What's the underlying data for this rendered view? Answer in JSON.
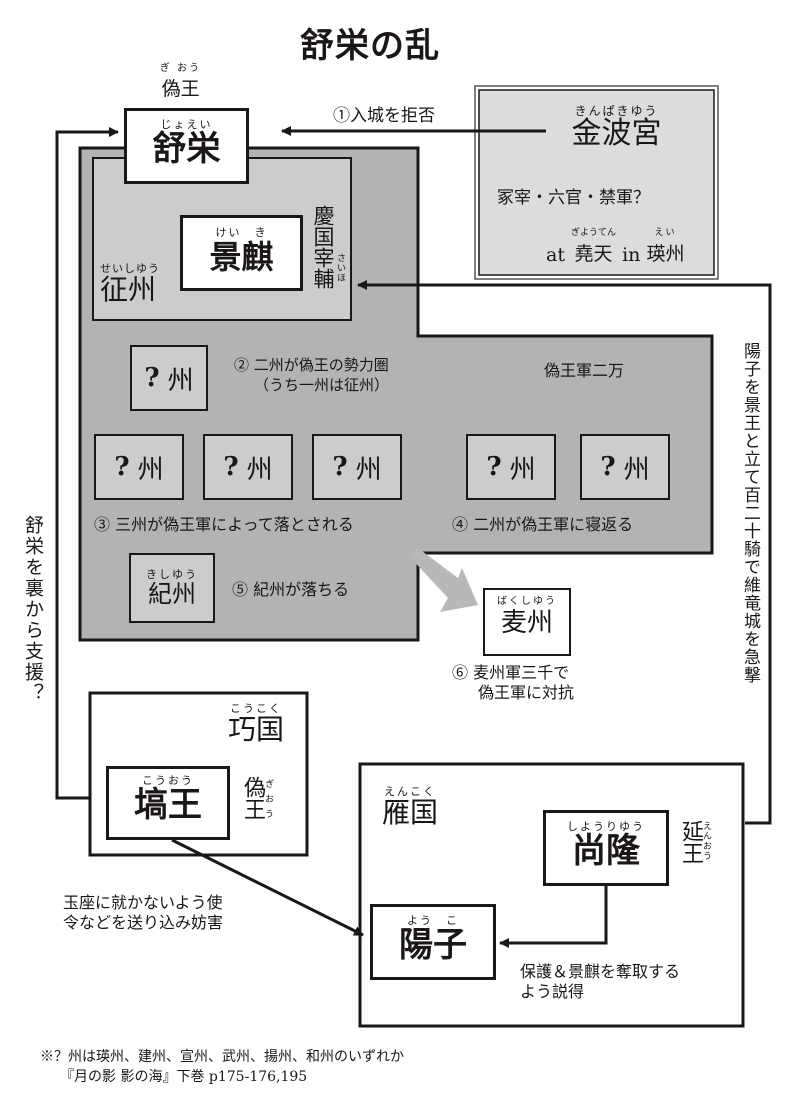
{
  "title": "舒栄の乱",
  "colors": {
    "line": "#1a1716",
    "outer_region": "#b3b3b3",
    "inner_region": "#cccccc",
    "palace_bg": "#dcdcdc",
    "fall_arrow": "#b8b8b8",
    "box_bg": "#ffffff"
  },
  "jojei": {
    "title_ruby": "ぎ おう",
    "title": "偽王",
    "ruby": "じょえい",
    "name": "舒栄"
  },
  "kinpakyu": {
    "ruby": "きんぱきゆう",
    "name": "金波宮",
    "members": "冢宰・六官・禁軍？",
    "location_prefix": "at",
    "city_ruby": "ぎようてん",
    "city": "堯天",
    "location_mid": "in",
    "province_ruby": "えい",
    "province": "瑛州"
  },
  "edge_labels": {
    "refuse": "①入城を拒否",
    "support": "舒栄を裏から支援？",
    "raid": "陽子を景王と立て百二十騎で維竜城を急撃",
    "obstruct_line1": "玉座に就かないよう使",
    "obstruct_line2": "令などを送り込み妨害",
    "persuade_line1": "保護＆景麒を奪取する",
    "persuade_line2": "よう説得"
  },
  "seishu": {
    "ruby": "せいしゆう",
    "name": "征州",
    "keiki_ruby": "けい　き",
    "keiki": "景麒",
    "role": "慶国宰輔",
    "role_ruby": "さいほ"
  },
  "events": {
    "e2_line1": "② 二州が偽王の勢力圏",
    "e2_line2": "（うち一州は征州）",
    "army": "偽王軍二万",
    "e3": "③ 三州が偽王軍によって落とされる",
    "e4": "④ 二州が偽王軍に寝返る",
    "e5": "⑤ 紀州が落ちる",
    "e6_line1": "⑥ 麦州軍三千で",
    "e6_line2": "偽王軍に対抗"
  },
  "unknown_province": {
    "mark": "?",
    "suffix": "州"
  },
  "kishu": {
    "ruby": "きしゆう",
    "name": "紀州"
  },
  "bakushu": {
    "ruby": "ばくしゆう",
    "name": "麦州"
  },
  "koukoku": {
    "ruby": "こうこく",
    "name": "巧国",
    "king_ruby": "こうおう",
    "king": "塙王",
    "role": "偽王",
    "role_ruby": "ぎおう"
  },
  "enkoku": {
    "ruby": "えんこく",
    "name": "雁国",
    "king_ruby": "しようりゆう",
    "king": "尚隆",
    "role": "延王",
    "role_ruby": "えんおう"
  },
  "youko": {
    "ruby": "よう　こ",
    "name": "陽子"
  },
  "footnote": {
    "line1": "※？州は瑛州、建州、宣州、武州、揚州、和州のいずれか",
    "line2": "『月の影 影の海』下巻 p175-176,195"
  }
}
